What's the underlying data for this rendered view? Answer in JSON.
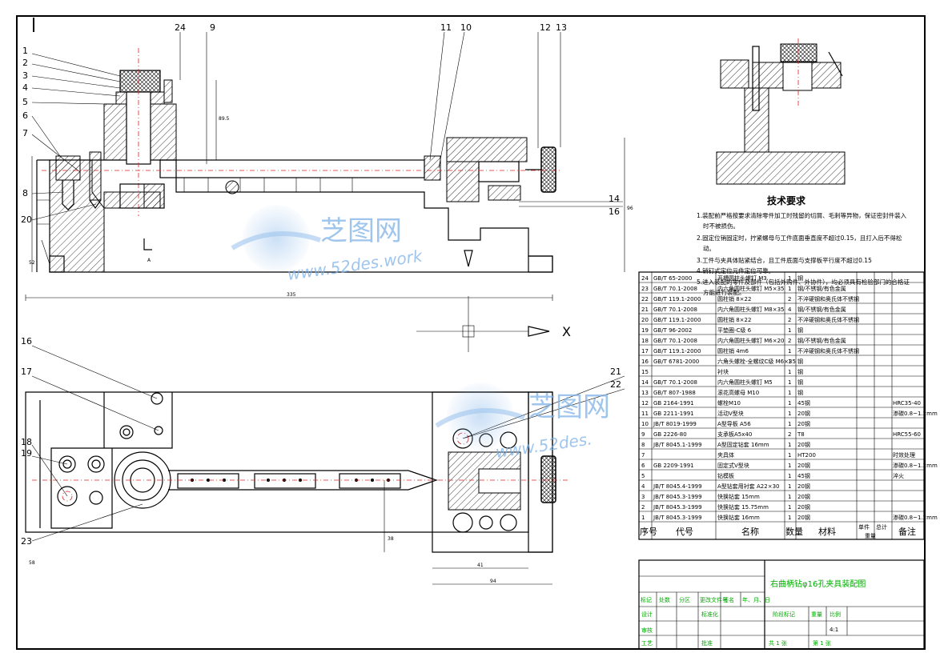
{
  "callouts_top": [
    "1",
    "2",
    "3",
    "4",
    "5",
    "6",
    "7",
    "8",
    "20",
    "24",
    "9",
    "11",
    "10",
    "12",
    "13",
    "14",
    "16"
  ],
  "callouts_bottom": [
    "16",
    "17",
    "18",
    "19",
    "21",
    "22",
    "23"
  ],
  "dims": {
    "overall_length": "335",
    "d1": "94",
    "d2": "41",
    "d3": "58",
    "d4": "38",
    "height1": "89.5",
    "height2": "96",
    "small1": "52",
    "section_mark": "A"
  },
  "axis_label": "X",
  "tech": {
    "title": "技术要求",
    "lines": [
      "1.装配前严格按要求清除零件加工时残留的切屑、毛刺等异物，保证密封件装入",
      "时不被损伤。",
      "2.固定位销固定时，拧紧螺母与工件底面垂直度不超过0.15，且打入后不得松",
      "动。",
      "3.工件与夹具体贴紧结合，且工件底面与支撑板平行度不超过0.15",
      "4.销钉式定位元件定位可靠。",
      "5.进入装配的零件及部件（包括外购件、外协件），均必须具有检验部门的合格证",
      "方能进行装配。"
    ]
  },
  "bom": {
    "rows": [
      {
        "no": "24",
        "code": "GB/T 65-2000",
        "name": "开槽圆柱头螺钉 M3",
        "qty": "1",
        "mat": "钢",
        "note": ""
      },
      {
        "no": "23",
        "code": "GB/T 70.1-2008",
        "name": "内六角圆柱头螺钉 M5×35",
        "qty": "1",
        "mat": "钢/不锈钢/有色金属",
        "note": ""
      },
      {
        "no": "22",
        "code": "GB/T 119.1-2000",
        "name": "圆柱销 8×22",
        "qty": "2",
        "mat": "不淬硬钢和奥氏体不锈钢",
        "note": ""
      },
      {
        "no": "21",
        "code": "GB/T 70.1-2008",
        "name": "内六角圆柱头螺钉 M8×35",
        "qty": "4",
        "mat": "钢/不锈钢/有色金属",
        "note": ""
      },
      {
        "no": "20",
        "code": "GB/T 119.1-2000",
        "name": "圆柱销 8×22",
        "qty": "2",
        "mat": "不淬硬钢和奥氏体不锈钢",
        "note": ""
      },
      {
        "no": "19",
        "code": "GB/T 96-2002",
        "name": "平垫圈-C级 6",
        "qty": "1",
        "mat": "钢",
        "note": ""
      },
      {
        "no": "18",
        "code": "GB/T 70.1-2008",
        "name": "内六角圆柱头螺钉 M6×20",
        "qty": "2",
        "mat": "钢/不锈钢/有色金属",
        "note": ""
      },
      {
        "no": "17",
        "code": "GB/T 119.1-2000",
        "name": "圆柱销 4m6",
        "qty": "1",
        "mat": "不淬硬钢和奥氏体不锈钢",
        "note": ""
      },
      {
        "no": "16",
        "code": "GB/T 6781-2000",
        "name": "六角头螺栓-全螺纹C级 M6×35",
        "qty": "1",
        "mat": "钢",
        "note": ""
      },
      {
        "no": "15",
        "code": "",
        "name": "衬块",
        "qty": "1",
        "mat": "钢",
        "note": ""
      },
      {
        "no": "14",
        "code": "GB/T 70.1-2008",
        "name": "内六角圆柱头螺钉 M5",
        "qty": "1",
        "mat": "钢",
        "note": ""
      },
      {
        "no": "13",
        "code": "GB/T 807-1988",
        "name": "滚花高螺母 M10",
        "qty": "1",
        "mat": "钢",
        "note": ""
      },
      {
        "no": "12",
        "code": "GB 2164-1991",
        "name": "螺栓M10",
        "qty": "1",
        "mat": "45钢",
        "note": "HRC35-40"
      },
      {
        "no": "11",
        "code": "GB 2211-1991",
        "name": "活动V型块",
        "qty": "1",
        "mat": "20钢",
        "note": "渗碳0.8~1.2mm"
      },
      {
        "no": "10",
        "code": "JB/T 8019-1999",
        "name": "A型导板 A56",
        "qty": "1",
        "mat": "20钢",
        "note": ""
      },
      {
        "no": "9",
        "code": "GB 2226-80",
        "name": "支承板A5x40",
        "qty": "2",
        "mat": "T8",
        "note": "HRC55-60"
      },
      {
        "no": "8",
        "code": "JB/T 8045.1-1999",
        "name": "A型固定钻套 16mm",
        "qty": "1",
        "mat": "20钢",
        "note": ""
      },
      {
        "no": "7",
        "code": "",
        "name": "夹具体",
        "qty": "1",
        "mat": "HT200",
        "note": "时效处理"
      },
      {
        "no": "6",
        "code": "GB 2209-1991",
        "name": "固定式V型块",
        "qty": "1",
        "mat": "20钢",
        "note": "渗碳0.8~1.2mm"
      },
      {
        "no": "5",
        "code": "",
        "name": "钻模板",
        "qty": "1",
        "mat": "45钢",
        "note": "淬火"
      },
      {
        "no": "4",
        "code": "JB/T 8045.4-1999",
        "name": "A型钻套用衬套 A22×30",
        "qty": "1",
        "mat": "20钢",
        "note": ""
      },
      {
        "no": "3",
        "code": "JB/T 8045.3-1999",
        "name": "快换钻套 15mm",
        "qty": "1",
        "mat": "20钢",
        "note": ""
      },
      {
        "no": "2",
        "code": "JB/T 8045.3-1999",
        "name": "快换钻套 15.75mm",
        "qty": "1",
        "mat": "20钢",
        "note": ""
      },
      {
        "no": "1",
        "code": "JB/T 8045.3-1999",
        "name": "快换钻套 16mm",
        "qty": "1",
        "mat": "20钢",
        "note": "渗碳0.8~1.2mm"
      }
    ],
    "header": {
      "no": "序号",
      "code": "代号",
      "name": "名称",
      "qty": "数量",
      "mat": "材料",
      "single": "单件",
      "total": "总计",
      "weight": "重量",
      "note": "备注"
    }
  },
  "title_block": {
    "drawing_title": "右曲柄钻φ16孔夹具装配图",
    "mark": "标记",
    "count": "处数",
    "zone": "分区",
    "change_doc": "更改文件号",
    "sign": "签名",
    "date": "年、月、日",
    "design": "设计",
    "standardize": "标准化",
    "stage_mark": "阶段标记",
    "weight": "重量",
    "scale": "比例",
    "scale_value": "4:1",
    "review": "审核",
    "process": "工艺",
    "approve": "批准",
    "sheets": "共 1 张",
    "sheet_no": "第 1 张"
  },
  "watermark": {
    "brand": "芝图网",
    "url": "www.52des.work",
    "url_short": "www.52des."
  }
}
